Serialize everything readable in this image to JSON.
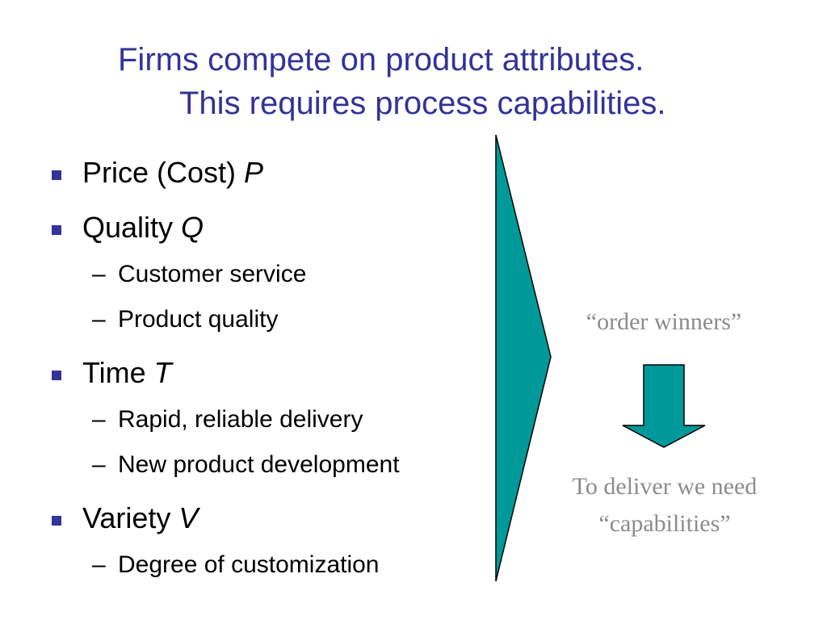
{
  "title": {
    "line1": "Firms compete on product attributes.",
    "line2": "This requires process capabilities."
  },
  "bullets": [
    {
      "label": "Price (Cost) ",
      "var": "P",
      "sub": []
    },
    {
      "label": "Quality ",
      "var": "Q",
      "sub": [
        "Customer service",
        "Product quality"
      ]
    },
    {
      "label": "Time ",
      "var": "T",
      "sub": [
        "Rapid, reliable delivery",
        "New product development"
      ]
    },
    {
      "label": "Variety ",
      "var": "V",
      "sub": [
        "Degree of customization"
      ]
    }
  ],
  "dash": "–",
  "side": {
    "order_winners": "“order winners”",
    "deliver_line1": "To deliver we need",
    "deliver_line2": "“capabilities”"
  },
  "colors": {
    "title": "#333399",
    "bullet_marker": "#333399",
    "arrow_fill": "#009999",
    "side_text": "#8c8c8c"
  }
}
